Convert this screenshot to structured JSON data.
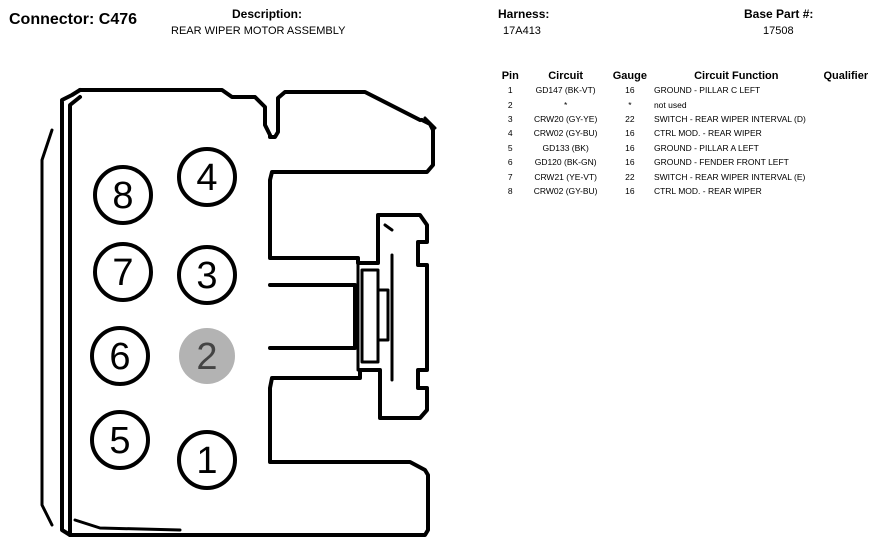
{
  "header": {
    "connector_title": "Connector: C476",
    "description_label": "Description:",
    "description_value": "REAR WIPER MOTOR ASSEMBLY",
    "harness_label": "Harness:",
    "harness_value": "17A413",
    "base_part_label": "Base Part #:",
    "base_part_value": "17508"
  },
  "table": {
    "headers": {
      "pin": "Pin",
      "circuit": "Circuit",
      "gauge": "Gauge",
      "function": "Circuit Function",
      "qualifier": "Qualifier"
    },
    "rows": [
      {
        "pin": "1",
        "circuit": "GD147 (BK-VT)",
        "gauge": "16",
        "function": "GROUND - PILLAR C LEFT",
        "qualifier": ""
      },
      {
        "pin": "2",
        "circuit": "*",
        "gauge": "*",
        "function": "not used",
        "qualifier": ""
      },
      {
        "pin": "3",
        "circuit": "CRW20 (GY-YE)",
        "gauge": "22",
        "function": "SWITCH - REAR WIPER INTERVAL (D)",
        "qualifier": ""
      },
      {
        "pin": "4",
        "circuit": "CRW02 (GY-BU)",
        "gauge": "16",
        "function": "CTRL MOD. - REAR WIPER",
        "qualifier": ""
      },
      {
        "pin": "5",
        "circuit": "GD133 (BK)",
        "gauge": "16",
        "function": "GROUND - PILLAR A LEFT",
        "qualifier": ""
      },
      {
        "pin": "6",
        "circuit": "GD120 (BK-GN)",
        "gauge": "16",
        "function": "GROUND - FENDER FRONT LEFT",
        "qualifier": ""
      },
      {
        "pin": "7",
        "circuit": "CRW21 (YE-VT)",
        "gauge": "22",
        "function": "SWITCH - REAR WIPER INTERVAL (E)",
        "qualifier": ""
      },
      {
        "pin": "8",
        "circuit": "CRW02 (GY-BU)",
        "gauge": "16",
        "function": "CTRL MOD. - REAR WIPER",
        "qualifier": ""
      }
    ]
  },
  "diagram": {
    "pins": [
      {
        "label": "8",
        "used": true
      },
      {
        "label": "4",
        "used": true
      },
      {
        "label": "7",
        "used": true
      },
      {
        "label": "3",
        "used": true
      },
      {
        "label": "6",
        "used": true
      },
      {
        "label": "2",
        "used": false
      },
      {
        "label": "5",
        "used": true
      },
      {
        "label": "1",
        "used": true
      }
    ],
    "unused_fill": "#b3b3b3",
    "unused_text_color": "#444444"
  }
}
